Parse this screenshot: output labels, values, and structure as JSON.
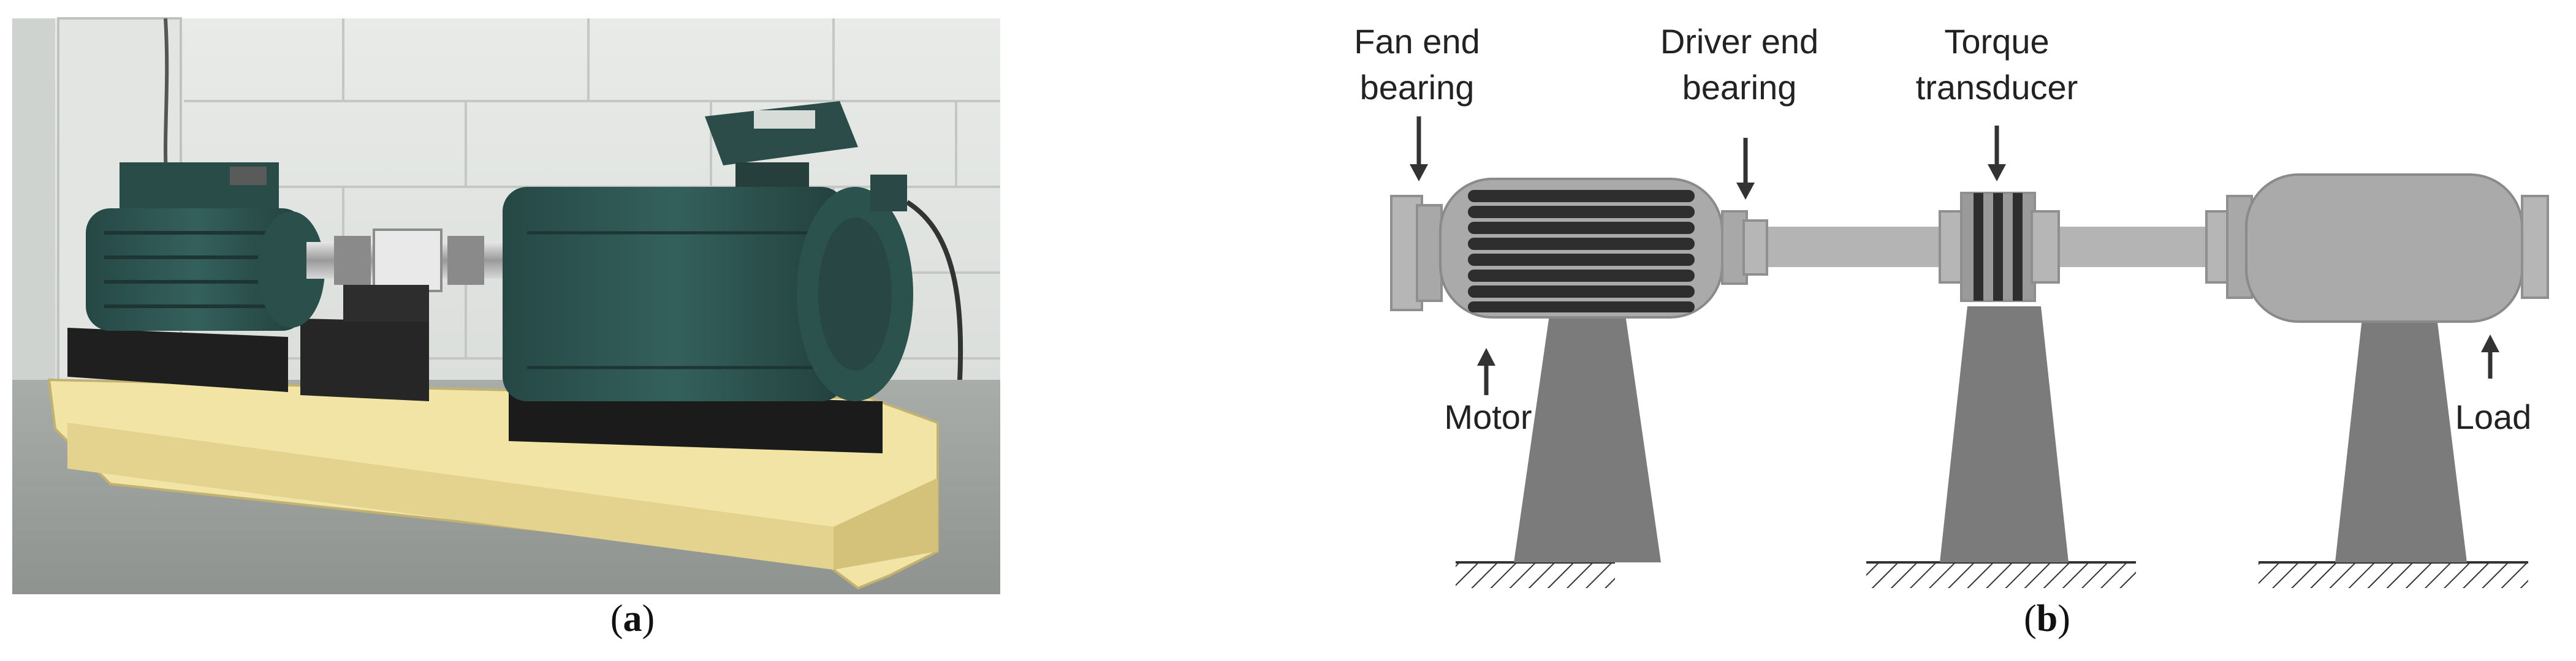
{
  "panel_a": {
    "caption": "a"
  },
  "panel_b": {
    "caption": "b",
    "labels": {
      "fan_end_line1": "Fan end",
      "fan_end_line2": "bearing",
      "driver_end_line1": "Driver end",
      "driver_end_line2": "bearing",
      "torque_line1": "Torque",
      "torque_line2": "transducer",
      "motor": "Motor",
      "load": "Load"
    }
  },
  "colors": {
    "motor_body": "#aaaaaa",
    "stand": "#7b7b7b",
    "shaft": "#b4b4b4",
    "stripe": "#2e2e2e",
    "photo_motor_green": "#2f5753",
    "photo_base_yellow": "#f1e4a4"
  }
}
